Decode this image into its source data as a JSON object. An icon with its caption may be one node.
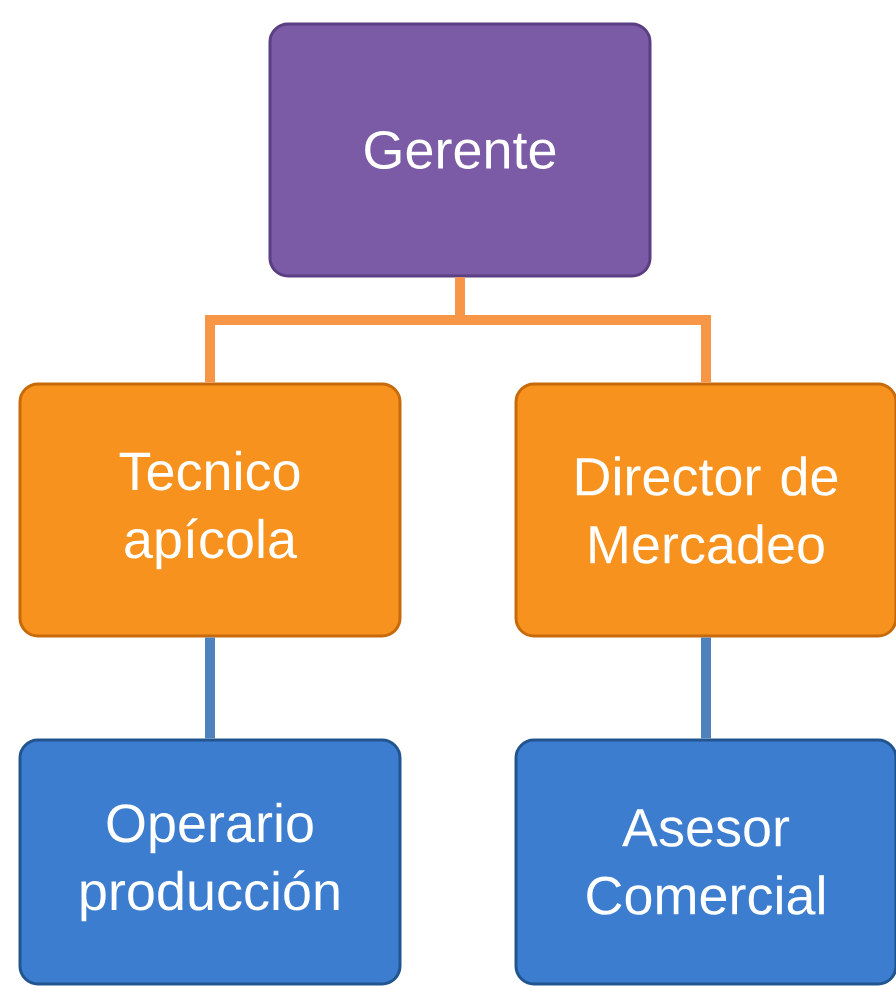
{
  "diagram": {
    "nodes": [
      {
        "text": [
          "Gerente"
        ]
      },
      {
        "text": [
          "Tecnico apícola"
        ]
      },
      {
        "text": [
          "Director de Mercadeo"
        ]
      },
      {
        "text": [
          "Operario producción"
        ]
      },
      {
        "text": [
          "Asesor Comercial"
        ]
      }
    ],
    "edges": [
      {
        "from": 0,
        "to": 1,
        "arrow": "none",
        "color": "#f79646"
      },
      {
        "from": 0,
        "to": 2,
        "arrow": "none",
        "color": "#f79646"
      },
      {
        "from": 1,
        "to": 3,
        "arrow": "none",
        "color": "#4f81bd"
      },
      {
        "from": 2,
        "to": 4,
        "arrow": "none",
        "color": "#4f81bd"
      }
    ]
  }
}
